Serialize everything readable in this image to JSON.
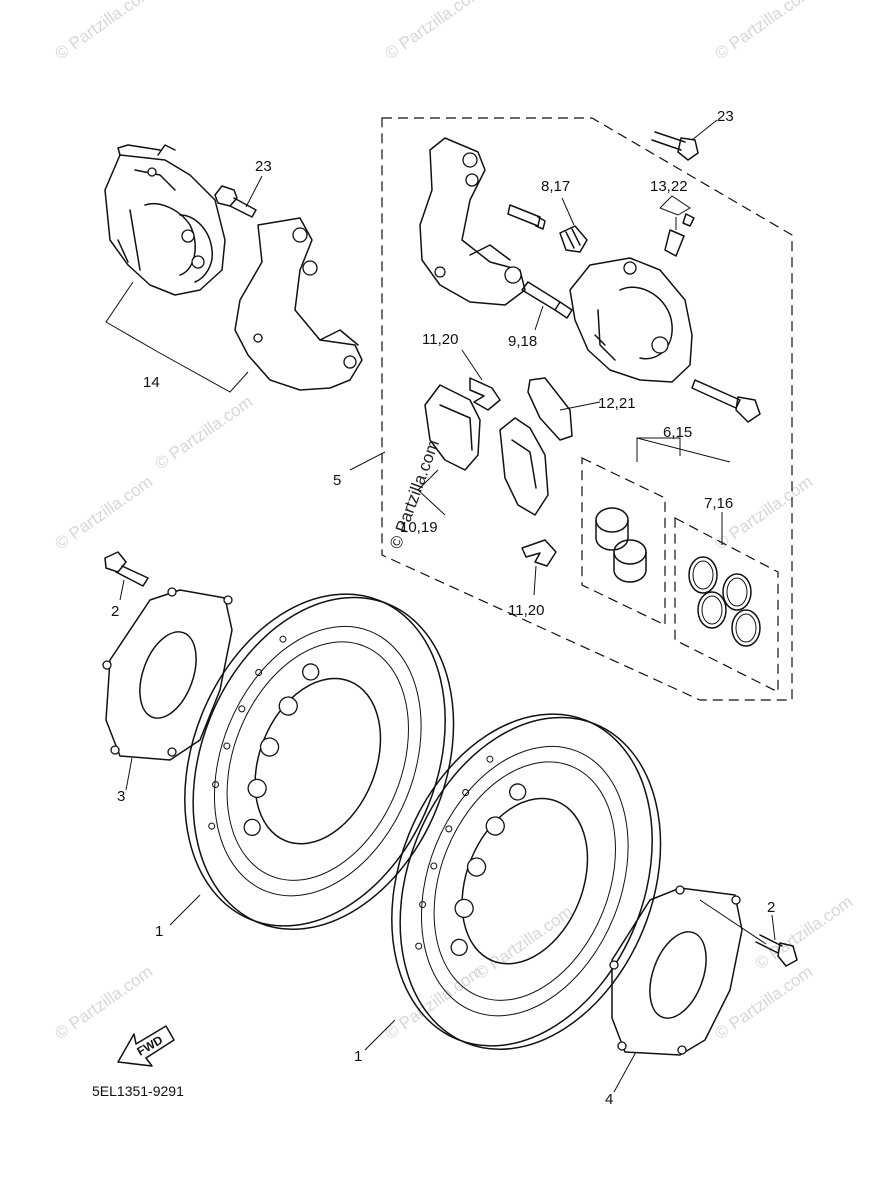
{
  "watermarks": [
    "© Partzilla.com",
    "© Partzilla.com",
    "© Partzilla.com",
    "© Partzilla.com",
    "© Partzilla.com",
    "© Partzilla.com",
    "© Partzilla.com",
    "© Partzilla.com",
    "© Partzilla.com",
    "© Partzilla.com",
    "© Partzilla.com",
    "© Partzilla.com"
  ],
  "callouts": {
    "c23_left": "23",
    "c14": "14",
    "c23_right": "23",
    "c8_17": "8,17",
    "c13_22": "13,22",
    "c9_18": "9,18",
    "c11_20_top": "11,20",
    "c12_21": "12,21",
    "c5": "5",
    "c6_15": "6,15",
    "c7_16": "7,16",
    "c10_19": "10,19",
    "c11_20_bottom": "11,20",
    "c2_left": "2",
    "c3": "3",
    "c1_left": "1",
    "c1_right": "1",
    "c2_right": "2",
    "c4": "4"
  },
  "fwd_label": "FWD",
  "diagram_code": "5EL1351-9291"
}
